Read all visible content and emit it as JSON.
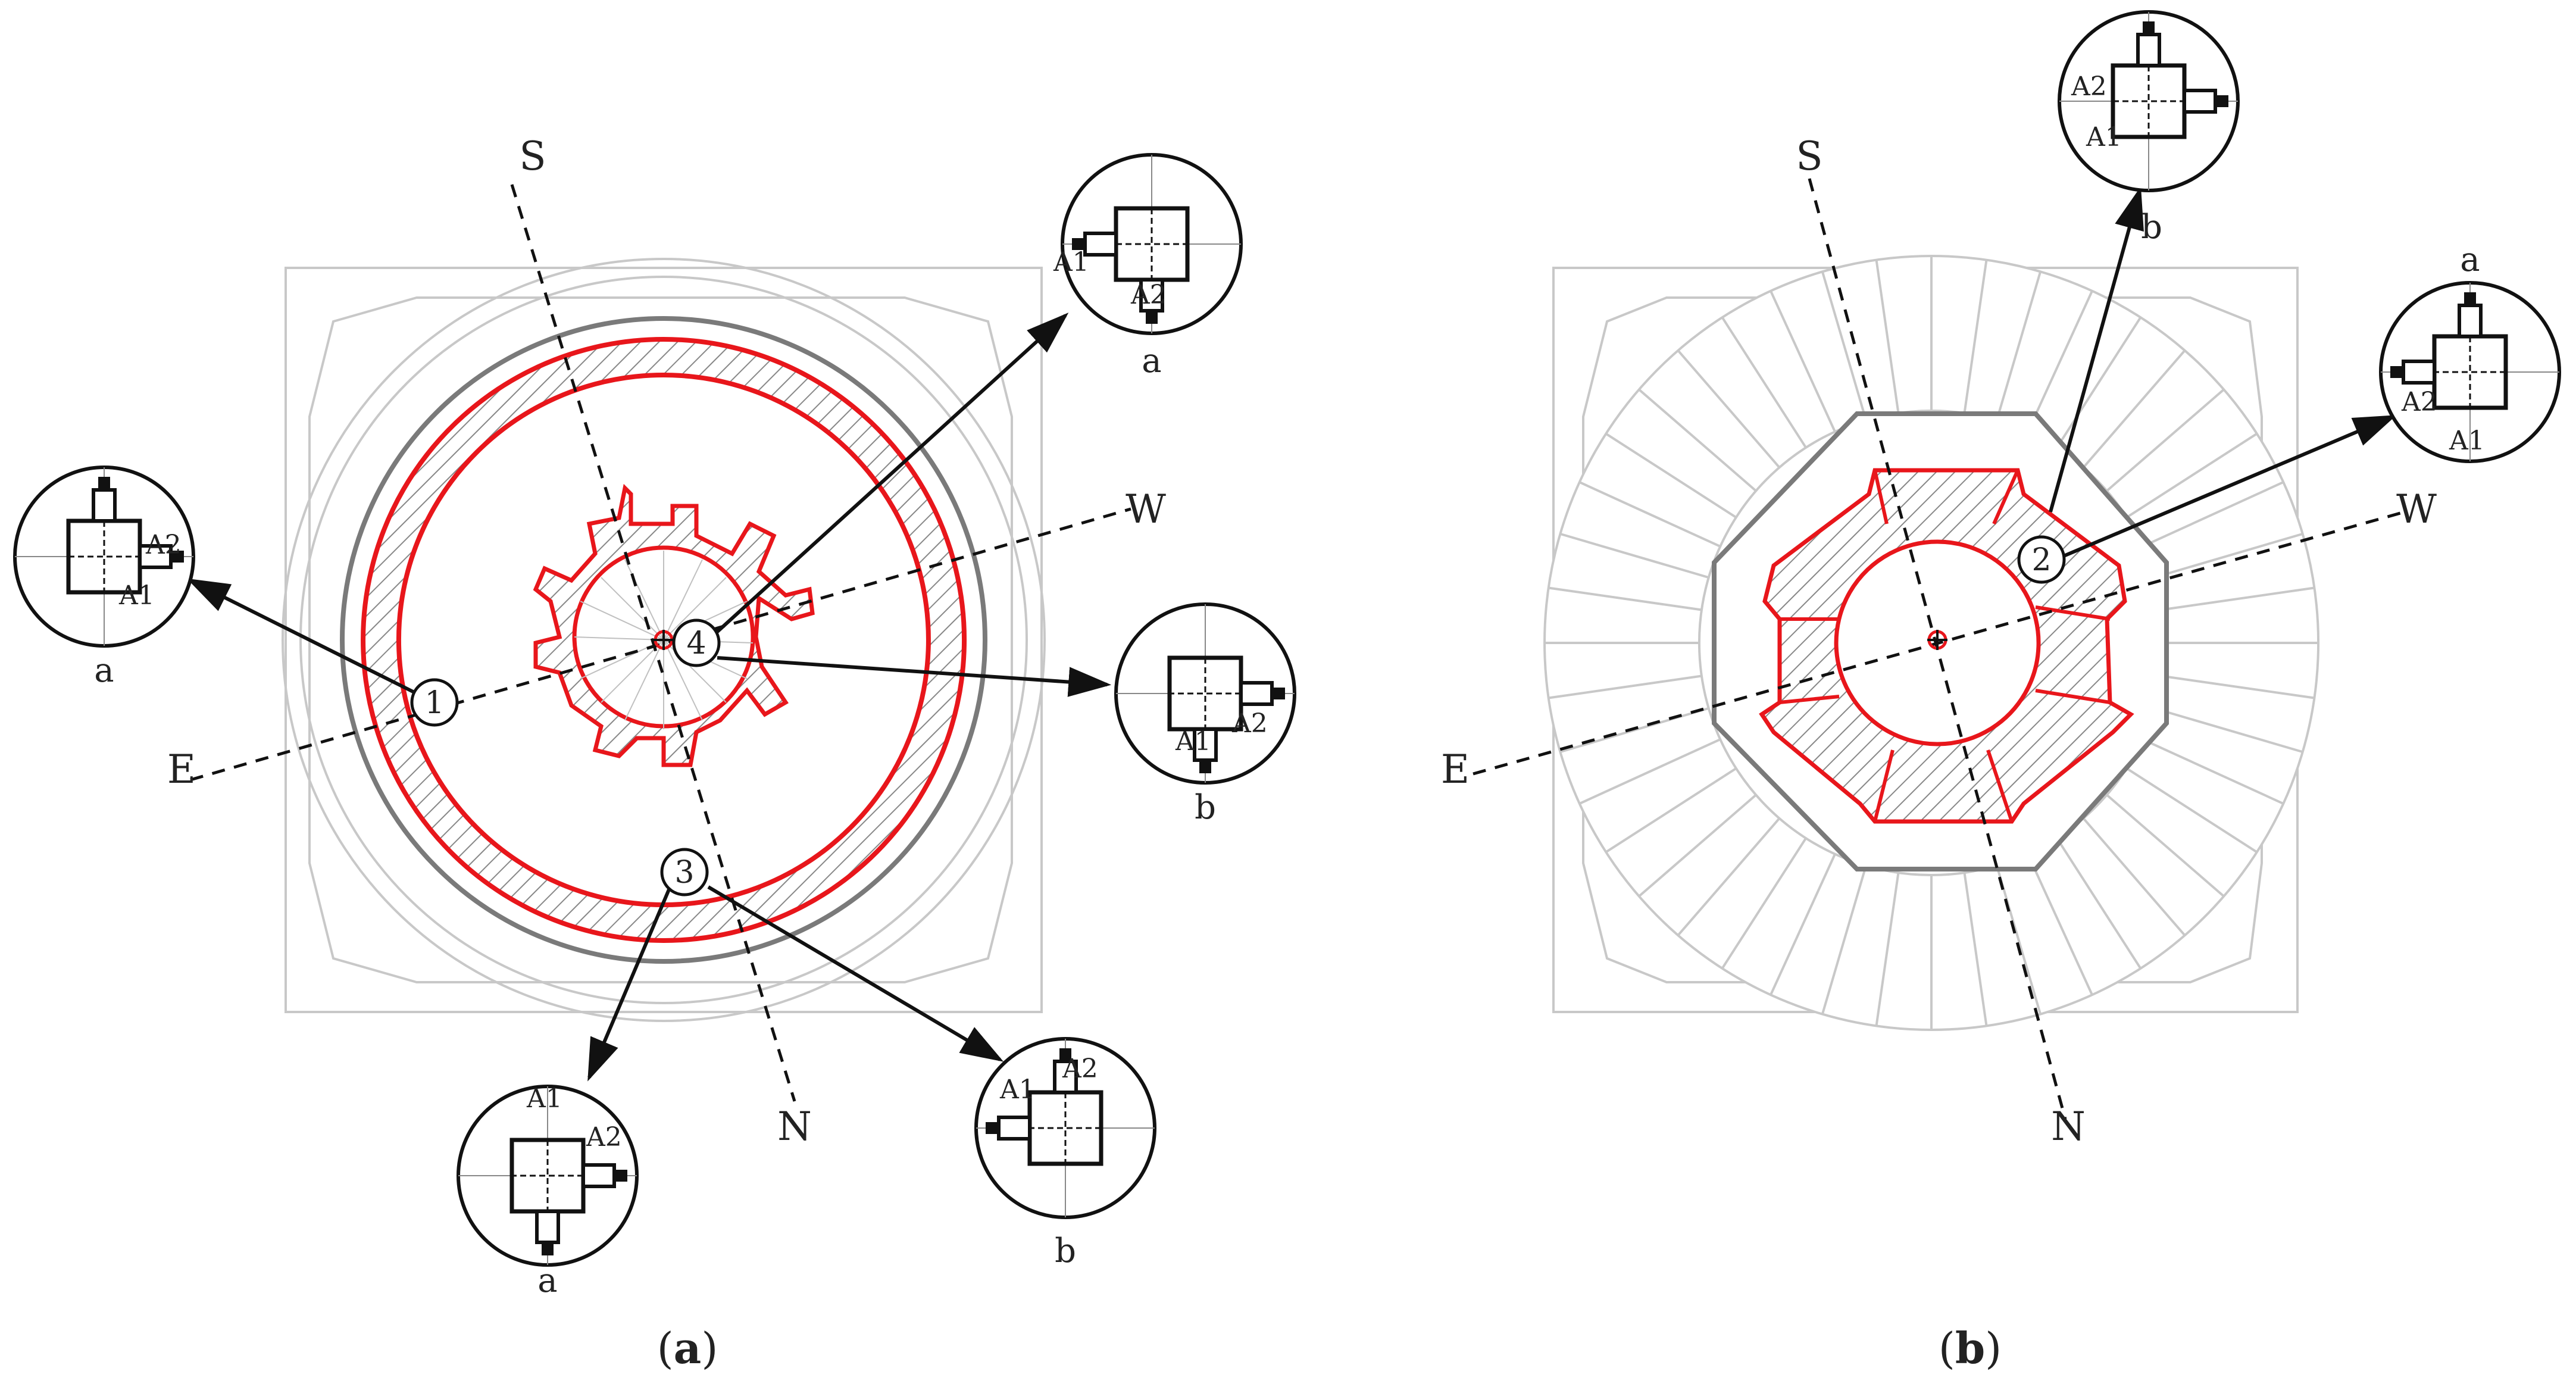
{
  "panel_a": {
    "caption": {
      "open": "(",
      "letter": "a",
      "close": ")"
    },
    "axes": {
      "s": "S",
      "n": "N",
      "e": "E",
      "w": "W"
    },
    "points": [
      "1",
      "3",
      "4"
    ],
    "insets": [
      {
        "a1": "A1",
        "a2": "A2",
        "label": "a"
      },
      {
        "a1": "A1",
        "a2": "A2",
        "label": "a"
      },
      {
        "a1": "A1",
        "a2": "A2",
        "label": "b"
      },
      {
        "a1": "A1",
        "a2": "A2",
        "label": "a"
      },
      {
        "a1": "A1",
        "a2": "A2",
        "label": "b"
      }
    ]
  },
  "panel_b": {
    "caption": {
      "open": "(",
      "letter": "b",
      "close": ")"
    },
    "axes": {
      "s": "S",
      "n": "N",
      "e": "E",
      "w": "W"
    },
    "points": [
      "2"
    ],
    "insets": [
      {
        "a1": "A1",
        "a2": "A2",
        "label": "b"
      },
      {
        "a1": "A1",
        "a2": "A2",
        "label": "a"
      }
    ]
  },
  "colors": {
    "section": "#e8161b",
    "outline": "#7a7a7a",
    "faint": "#c8c8c8",
    "ink": "#111111"
  }
}
